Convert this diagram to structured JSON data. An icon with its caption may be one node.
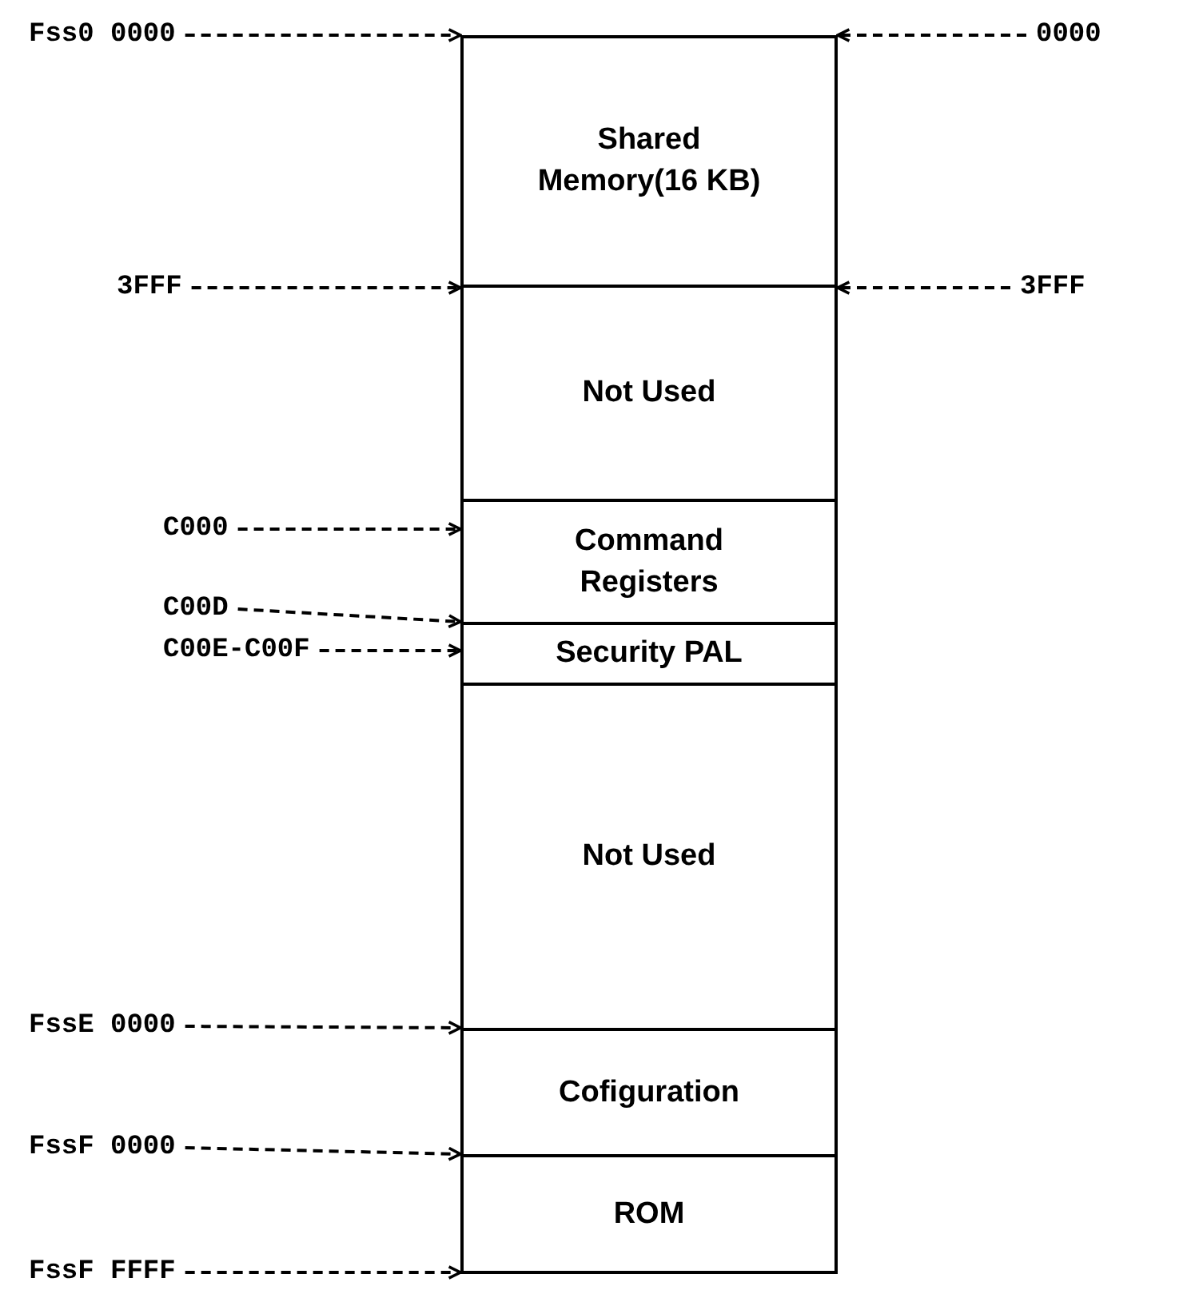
{
  "diagram": {
    "nodes": [
      {
        "text": [
          "Shared Memory(16 KB)"
        ]
      },
      {
        "text": [
          "Not Used"
        ]
      },
      {
        "text": [
          "Command Registers"
        ]
      },
      {
        "text": [
          "Security PAL"
        ]
      },
      {
        "text": [
          "Not Used"
        ]
      },
      {
        "text": [
          "Cofiguration"
        ]
      },
      {
        "text": [
          "ROM"
        ]
      },
      {
        "text": [
          "Fss0 0000"
        ]
      },
      {
        "text": [
          "0000"
        ]
      },
      {
        "text": [
          "3FFF"
        ]
      },
      {
        "text": [
          "3FFF"
        ]
      },
      {
        "text": [
          "C000"
        ]
      },
      {
        "text": [
          "C00D"
        ]
      },
      {
        "text": [
          "C00E-C00F"
        ]
      },
      {
        "text": [
          "FssE 0000"
        ]
      },
      {
        "text": [
          "FssF 0000"
        ]
      },
      {
        "text": [
          "FssF FFFF"
        ]
      }
    ],
    "edges": [
      {
        "from": 7,
        "to": 0,
        "arrow": "to",
        "style": "dashed"
      },
      {
        "from": 8,
        "to": 0,
        "arrow": "to",
        "style": "dashed"
      },
      {
        "from": 9,
        "to": 1,
        "arrow": "to",
        "style": "dashed"
      },
      {
        "from": 10,
        "to": 1,
        "arrow": "to",
        "style": "dashed"
      },
      {
        "from": 11,
        "to": 2,
        "arrow": "to",
        "style": "dashed"
      },
      {
        "from": 12,
        "to": 3,
        "arrow": "to",
        "style": "dashed"
      },
      {
        "from": 13,
        "to": 3,
        "arrow": "to",
        "style": "dashed"
      },
      {
        "from": 14,
        "to": 5,
        "arrow": "to",
        "style": "dashed"
      },
      {
        "from": 15,
        "to": 6,
        "arrow": "to",
        "style": "dashed"
      },
      {
        "from": 16,
        "to": 6,
        "arrow": "to",
        "style": "dashed"
      }
    ]
  }
}
